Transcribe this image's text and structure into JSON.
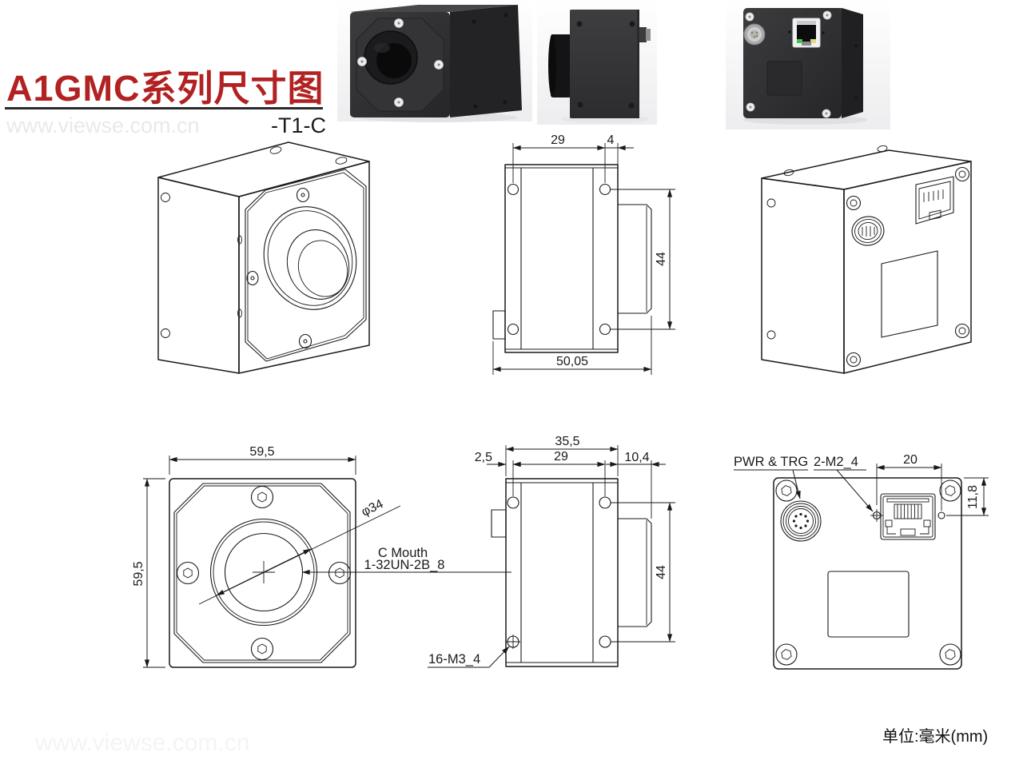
{
  "header": {
    "title": "A1GMC系列尺寸图",
    "variant": "-T1-C"
  },
  "watermark": {
    "text": "www.viewse.com.cn"
  },
  "footer": {
    "unit_note": "单位:毫米(mm)"
  },
  "colors": {
    "title_red": "#B22222",
    "line_color": "#1a1a1a",
    "camera_black": "#2c2c2e"
  },
  "drawings": {
    "side_top": {
      "dim_between_holes": "29",
      "dim_edge": "4",
      "dim_height": "44",
      "dim_total": "50,05"
    },
    "front_view": {
      "dim_width": "59,5",
      "dim_height": "59,5",
      "dim_lens_dia": "φ34",
      "mount_line1": "C Mouth",
      "mount_line2": "1-32UN-2B_8"
    },
    "side_bottom": {
      "dim_offset": "2,5",
      "dim_total": "35,5",
      "dim_between_holes": "29",
      "dim_block": "10,4",
      "dim_height": "44",
      "thread_label": "16-M3_4"
    },
    "back_view": {
      "connector_label": "PWR & TRG",
      "screw_label": "2-M2_4",
      "dim_port": "20",
      "dim_top": "11,8"
    }
  }
}
